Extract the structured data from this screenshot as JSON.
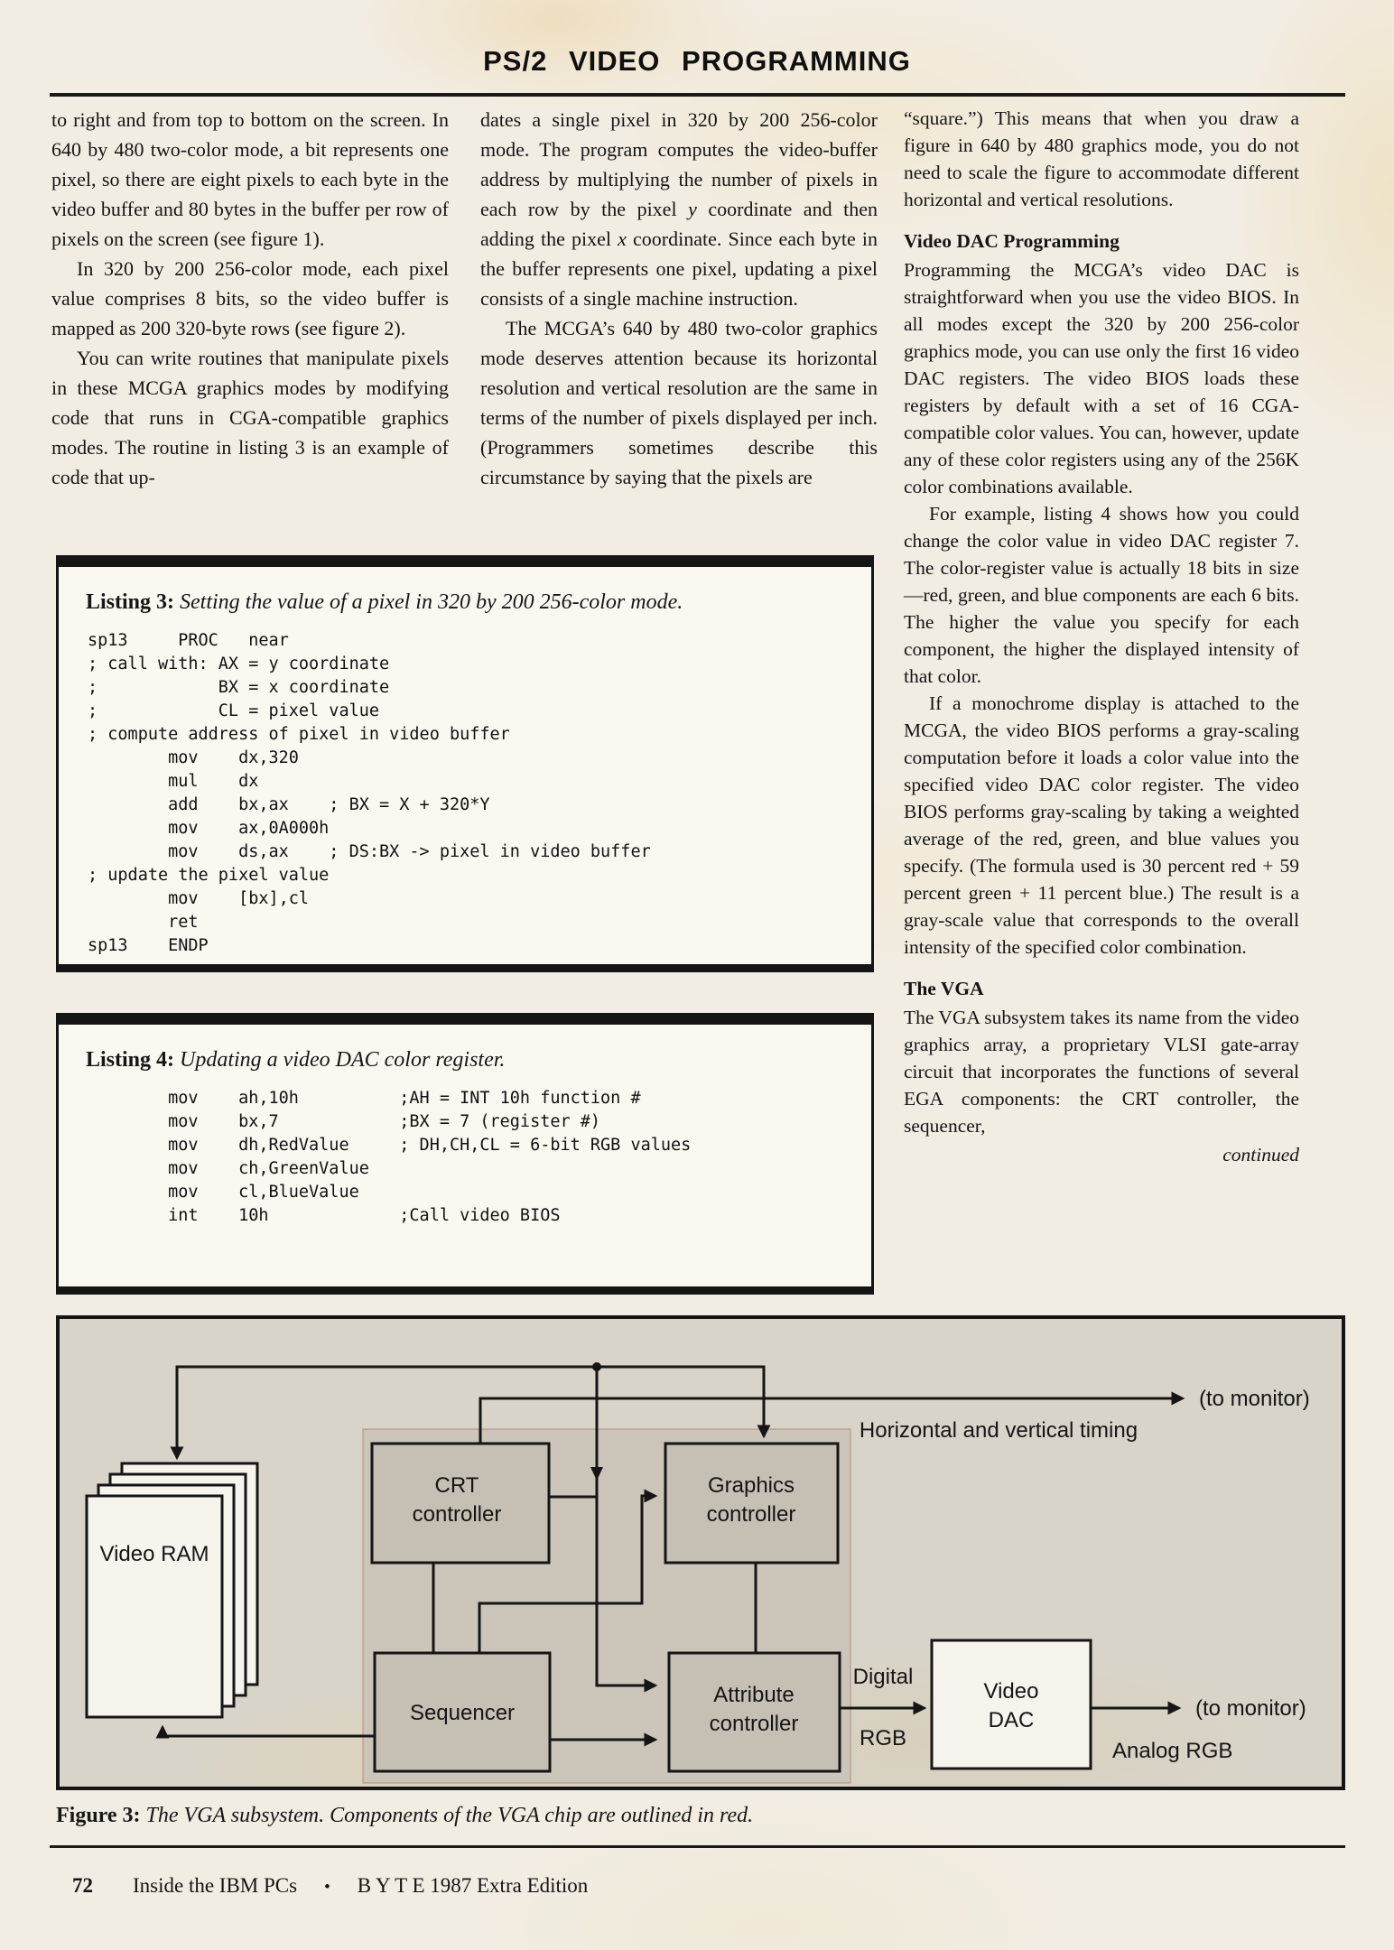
{
  "masthead": {
    "title": "PS/2 VIDEO PROGRAMMING"
  },
  "columns": {
    "col1": {
      "p1": "to right and from top to bottom on the screen. In 640 by 480 two-color mode, a bit represents one pixel, so there are eight pixels to each byte in the video buffer and 80 bytes in the buffer per row of pixels on the screen (see figure 1).",
      "p2": "In 320 by 200 256-color mode, each pixel value comprises 8 bits, so the video buffer is mapped as 200 320-byte rows (see figure 2).",
      "p3": "You can write routines that manipulate pixels in these MCGA graphics modes by modifying code that runs in CGA-compatible graphics modes. The routine in listing 3 is an example of code that up-"
    },
    "col2": {
      "p1a": "dates a single pixel in 320 by 200 256-color mode. The program computes the video-buffer address by multiplying the number of pixels in each row by the pixel ",
      "p1i1": "y",
      "p1b": " coordinate and then adding the pixel ",
      "p1i2": "x",
      "p1c": " coordinate. Since each byte in the buffer represents one pixel, updating a pixel consists of a single machine instruction.",
      "p2": "The MCGA’s 640 by 480 two-color graphics mode deserves attention because its horizontal resolution and vertical resolution are the same in terms of the number of pixels displayed per inch. (Programmers sometimes describe this circumstance by saying that the pixels are"
    },
    "col3": {
      "p1": "“square.”) This means that when you draw a figure in 640 by 480 graphics mode, you do not need to scale the figure to accommodate different horizontal and vertical resolutions.",
      "h1": "Video DAC Programming",
      "p2": "Programming the MCGA’s video DAC is straightforward when you use the video BIOS. In all modes except the 320 by 200 256-color graphics mode, you can use only the first 16 video DAC registers. The video BIOS loads these registers by default with a set of 16 CGA-compatible color values. You can, however, update any of these color registers using any of the 256K color combinations available.",
      "p3": "For example, listing 4 shows how you could change the color value in video DAC register 7. The color-register value is actually 18 bits in size—red, green, and blue components are each 6 bits. The higher the value you specify for each component, the higher the displayed intensity of that color.",
      "p4": "If a monochrome display is attached to the MCGA, the video BIOS performs a gray-scaling computation before it loads a color value into the specified video DAC color register. The video BIOS performs gray-scaling by taking a weighted average of the red, green, and blue values you specify. (The formula used is 30 percent red + 59 percent green + 11 percent blue.) The result is a gray-scale value that corresponds to the overall intensity of the specified color combination.",
      "h2": "The VGA",
      "p5": "The VGA subsystem takes its name from the video graphics array, a proprietary VLSI gate-array circuit that incorporates the functions of several EGA components: the CRT controller, the sequencer,",
      "continued": "continued"
    }
  },
  "listing3": {
    "label": "Listing 3:",
    "caption": "Setting the value of a pixel in 320 by 200 256-color mode.",
    "code": "sp13     PROC   near\n; call with: AX = y coordinate\n;            BX = x coordinate\n;            CL = pixel value\n; compute address of pixel in video buffer\n        mov    dx,320\n        mul    dx\n        add    bx,ax    ; BX = X + 320*Y\n        mov    ax,0A000h\n        mov    ds,ax    ; DS:BX -> pixel in video buffer\n; update the pixel value\n        mov    [bx],cl\n        ret\nsp13    ENDP"
  },
  "listing4": {
    "label": "Listing 4:",
    "caption": "Updating a video DAC color register.",
    "code": "        mov    ah,10h          ;AH = INT 10h function #\n        mov    bx,7            ;BX = 7 (register #)\n        mov    dh,RedValue     ; DH,CH,CL = 6-bit RGB values\n        mov    ch,GreenValue\n        mov    cl,BlueValue\n        int    10h             ;Call video BIOS"
  },
  "figure3": {
    "caption_label": "Figure 3:",
    "caption_text": "The VGA subsystem. Components of the VGA chip are outlined in red.",
    "labels": {
      "video_ram": "Video RAM",
      "crt_1": "CRT",
      "crt_2": "controller",
      "graphics_1": "Graphics",
      "graphics_2": "controller",
      "sequencer": "Sequencer",
      "attribute_1": "Attribute",
      "attribute_2": "controller",
      "dac_1": "Video",
      "dac_2": "DAC",
      "timing": "Horizontal and vertical timing",
      "to_monitor_top": "(to monitor)",
      "to_monitor_bottom": "(to monitor)",
      "digital": "Digital",
      "digital_rgb": "RGB",
      "analog_rgb": "Analog RGB"
    }
  },
  "footer": {
    "page_number": "72",
    "book": "Inside the IBM PCs",
    "bullet": "•",
    "edition": "B Y T E 1987 Extra Edition"
  },
  "colors": {
    "page_background": "#f2ede3",
    "text": "#161616",
    "figure_background": "#d9d4c9",
    "chip_region": "#cbc5ba",
    "component_box": "#c5bfb4",
    "white_box": "#f7f4ee",
    "rule": "#1a1a1a"
  }
}
